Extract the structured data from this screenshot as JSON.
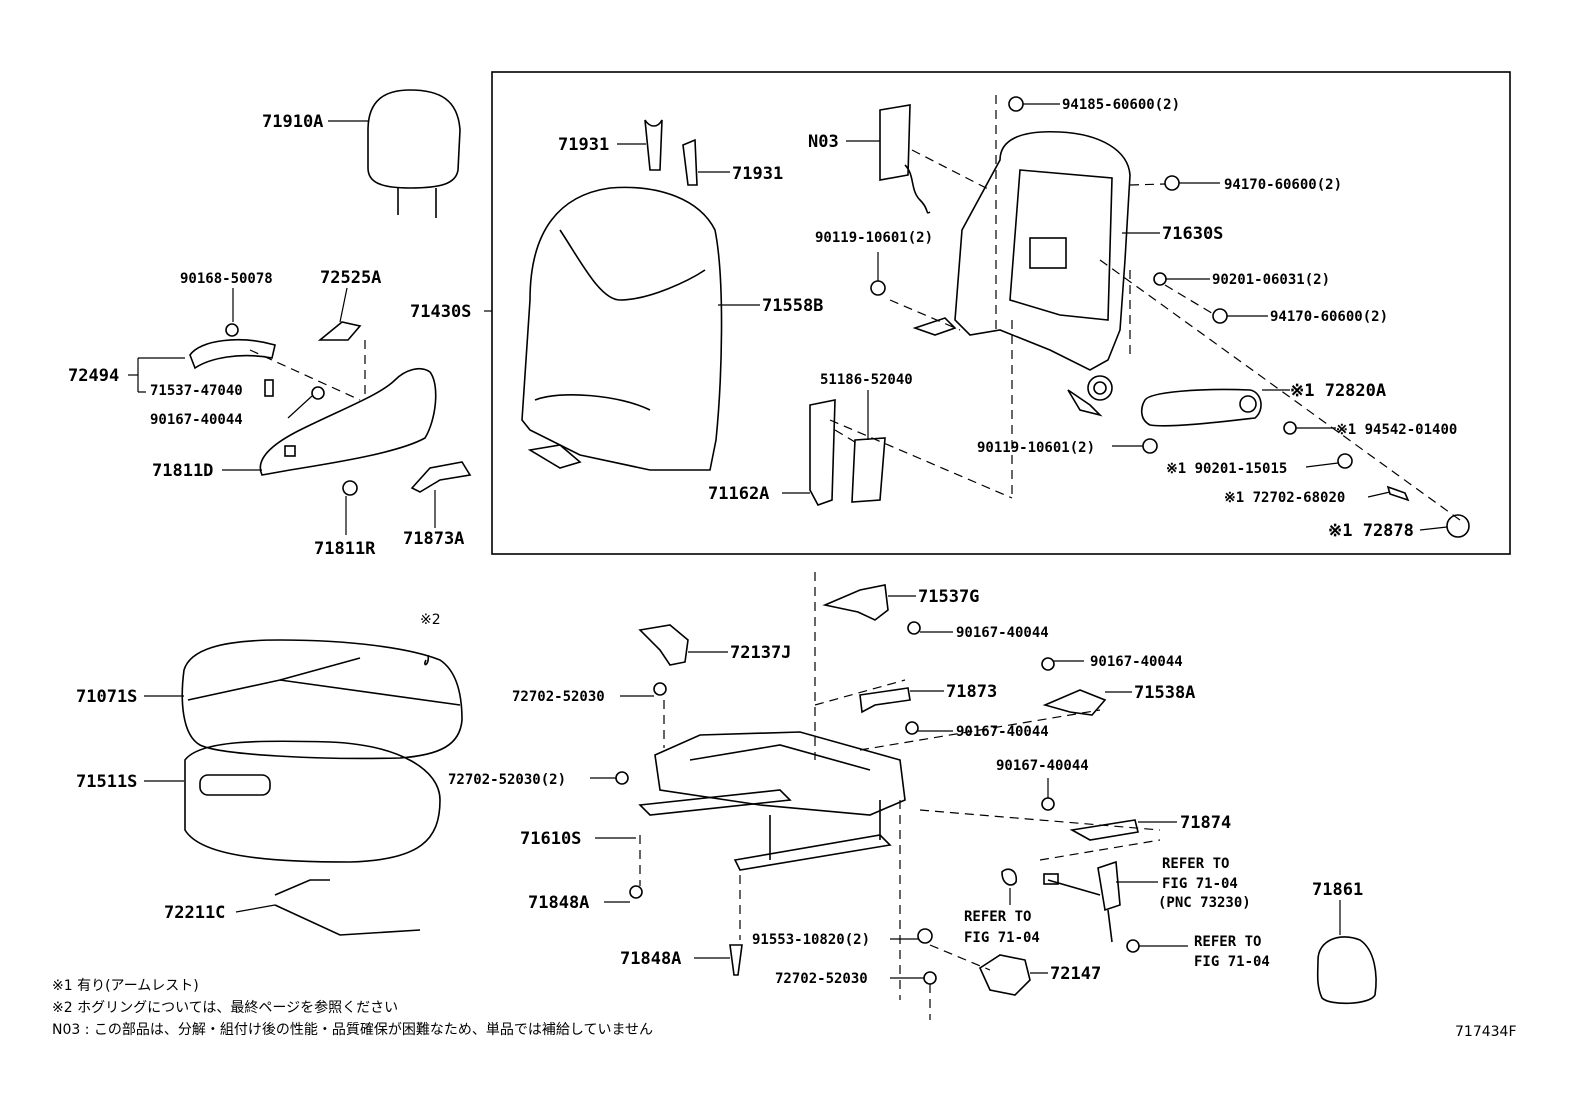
{
  "labels": {
    "p71910A": "71910A",
    "p90168_50078": "90168-50078",
    "p72525A": "72525A",
    "p72494": "72494",
    "p71537_47040": "71537-47040",
    "p90167_40044_a": "90167-40044",
    "p71811D": "71811D",
    "p71811R": "71811R",
    "p71873A": "71873A",
    "p71430S": "71430S",
    "p71931_a": "71931",
    "p71931_b": "71931",
    "p71558B": "71558B",
    "pN03": "N03",
    "p90119_10601_a": "90119-10601(2)",
    "p94185_60600": "94185-60600(2)",
    "p94170_60600_a": "94170-60600(2)",
    "p71630S": "71630S",
    "p90201_06031": "90201-06031(2)",
    "p94170_60600_b": "94170-60600(2)",
    "p72820A": "※1 72820A",
    "p94542_01400": "※1 94542-01400",
    "p51186_52040": "51186-52040",
    "p90119_10601_b": "90119-10601(2)",
    "p90201_15015": "※1 90201-15015",
    "p72702_68020": "※1 72702-68020",
    "p72878": "※1 72878",
    "p71162A": "71162A",
    "p71537G": "71537G",
    "p90167_40044_b": "90167-40044",
    "p72137J": "72137J",
    "p90167_40044_c": "90167-40044",
    "p71873": "71873",
    "p71538A": "71538A",
    "p90167_40044_d": "90167-40044",
    "p72702_52030_a": "72702-52030",
    "p90167_40044_e": "90167-40044",
    "p72702_52030_b": "72702-52030(2)",
    "p71874": "71874",
    "p71610S": "71610S",
    "p71848A_a": "71848A",
    "p71848A_b": "71848A",
    "p91553_10820": "91553-10820(2)",
    "p72702_52030_c": "72702-52030",
    "p72147": "72147",
    "p71861": "71861",
    "p71071S": "71071S",
    "p71511S": "71511S",
    "p72211C": "72211C",
    "mark2": "※2"
  },
  "refer": {
    "r1_l1": "REFER TO",
    "r1_l2": "FIG 71-04",
    "r1_l3": "(PNC 73230)",
    "r2_l1": "REFER TO",
    "r2_l2": "FIG 71-04",
    "r3_l1": "REFER TO",
    "r3_l2": "FIG 71-04"
  },
  "notes": {
    "n1": "※1 有り(アームレスト)",
    "n2": "※2  ホグリングについては、最終ページを参照ください",
    "n3": "N03 : この部品は、分解・組付け後の性能・品質確保が困難なため、単品では補給していません"
  },
  "figure_id": "717434F"
}
